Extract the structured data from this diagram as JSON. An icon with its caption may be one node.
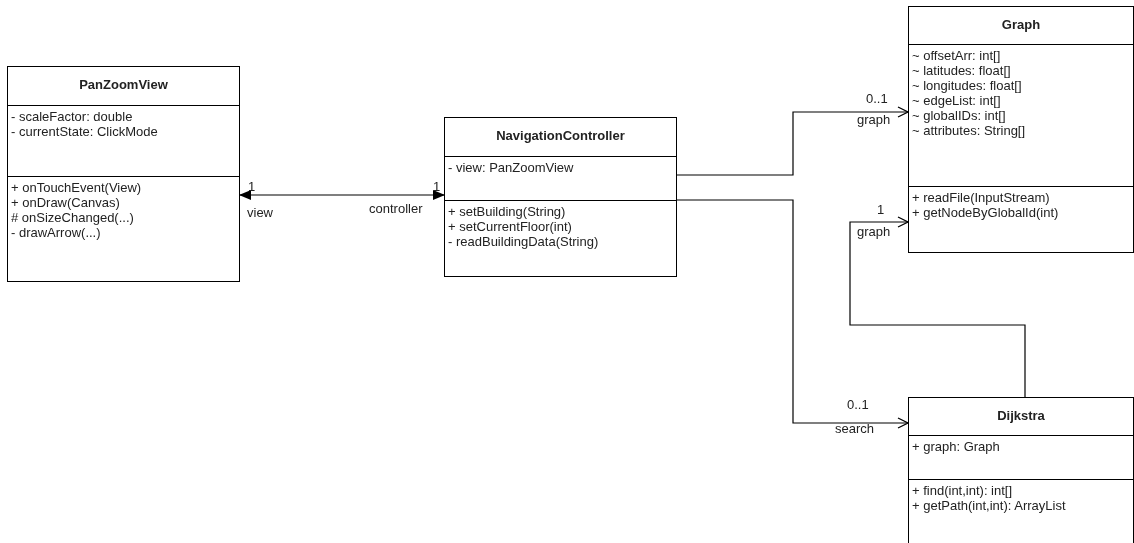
{
  "diagram": {
    "nodes": [
      {
        "text": [
          "PanZoomView"
        ]
      },
      {
        "text": [
          "- scaleFactor: double",
          "- currentState: ClickMode"
        ],
        "in": 0
      },
      {
        "text": [
          "+ onTouchEvent(View)",
          "+ onDraw(Canvas)",
          "# onSizeChanged(...)",
          "- drawArrow(...)"
        ],
        "in": 0
      },
      {
        "text": [
          "NavigationController"
        ]
      },
      {
        "text": [
          "- view: PanZoomView"
        ],
        "in": 3
      },
      {
        "text": [
          "+ setBuilding(String)",
          "+ setCurrentFloor(int)",
          "- readBuildingData(String)"
        ],
        "in": 3
      },
      {
        "text": [
          "Graph"
        ]
      },
      {
        "text": [
          "~ offsetArr: int[]",
          "~ latitudes: float[]",
          "~ longitudes: float[]",
          "~ edgeList: int[]",
          "~ globalIDs: int[]",
          "~ attributes: String[]"
        ],
        "in": 6
      },
      {
        "text": [
          "+ readFile(InputStream)",
          "+ getNodeByGlobalId(int)"
        ],
        "in": 6
      },
      {
        "text": [
          "Dijkstra"
        ]
      },
      {
        "text": [
          "+ graph: Graph"
        ],
        "in": 9
      },
      {
        "text": [
          "+ find(int,int): int[]",
          "+ getPath(int,int): ArrayList"
        ],
        "in": 9
      }
    ],
    "edges": [
      {
        "from": 0,
        "to": 3,
        "arrow": "both"
      },
      {
        "from": 3,
        "to": 6,
        "arrow": "to"
      },
      {
        "from": 3,
        "to": 9,
        "arrow": "to"
      },
      {
        "from": 9,
        "to": 6,
        "arrow": "to"
      }
    ],
    "labels": [
      "0..1",
      "graph",
      "1",
      "1",
      "view",
      "controller",
      "1",
      "graph",
      "0..1",
      "search"
    ]
  }
}
